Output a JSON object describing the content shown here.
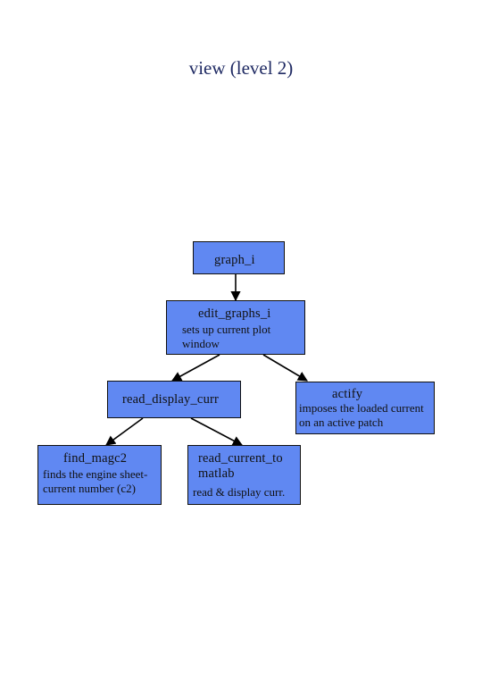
{
  "title": "view (level 2)",
  "nodes": {
    "graph_i": {
      "name": "graph_i",
      "desc": ""
    },
    "edit_graphs_i": {
      "name": "edit_graphs_i",
      "desc": "sets up current plot window"
    },
    "read_display_curr": {
      "name": "read_display_curr",
      "desc": ""
    },
    "actify": {
      "name": "actify",
      "desc": "imposes the loaded current on an active patch"
    },
    "find_magc2": {
      "name": "find_magc2",
      "desc": "finds the engine sheet-current number (c2)"
    },
    "read_current_to_matlab": {
      "name": "read_current_to matlab",
      "desc": "read & display curr."
    }
  },
  "colors": {
    "box_fill": "#6088f2",
    "title_text": "#1f2a63",
    "line": "#000000"
  }
}
